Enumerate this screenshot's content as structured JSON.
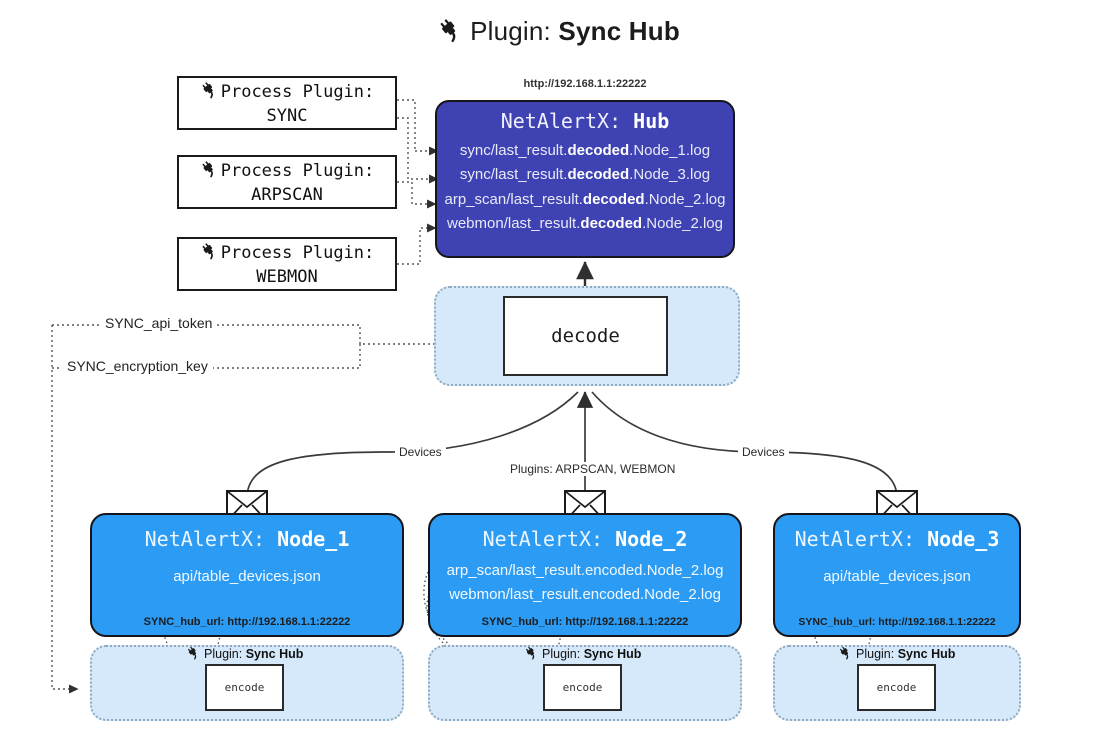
{
  "page": {
    "title_prefix": "Plugin:",
    "title_name": "Sync Hub",
    "title_icon": "plug-icon",
    "bg": "#ffffff"
  },
  "colors": {
    "hub_fill": "#3f42b2",
    "node_fill": "#2b9bf4",
    "band_fill": "#d6e9fa",
    "band_border": "#8fa9bf",
    "box_border": "#1a1a1a",
    "connector": "#3a3a3a"
  },
  "process_plugins": [
    {
      "line1": "Process Plugin:",
      "line2": "SYNC",
      "icon": "plug-icon"
    },
    {
      "line1": "Process Plugin:",
      "line2": "ARPSCAN",
      "icon": "plug-icon"
    },
    {
      "line1": "Process Plugin:",
      "line2": "WEBMON",
      "icon": "plug-icon"
    }
  ],
  "hub": {
    "url": "http://192.168.1.1:22222",
    "title_prefix": "NetAlertX:",
    "title_name": "Hub",
    "lines": [
      {
        "pre": "sync/last_result.",
        "bold": "decoded",
        "post": ".Node_1.log"
      },
      {
        "pre": "sync/last_result.",
        "bold": "decoded",
        "post": ".Node_3.log"
      },
      {
        "pre": "arp_scan/last_result.",
        "bold": "decoded",
        "post": ".Node_2.log"
      },
      {
        "pre": "webmon/last_result.",
        "bold": "decoded",
        "post": ".Node_2.log"
      }
    ]
  },
  "decode": {
    "label": "decode"
  },
  "credentials": [
    {
      "label": "SYNC_api_token"
    },
    {
      "label": "SYNC_encryption_key"
    }
  ],
  "edge_labels": {
    "left_devices": "Devices",
    "center_plugins": "Plugins: ARPSCAN, WEBMON",
    "right_devices": "Devices"
  },
  "nodes": [
    {
      "title_prefix": "NetAlertX:",
      "title_name": "Node_1",
      "lines": [
        "api/table_devices.json"
      ],
      "footer": "SYNC_hub_url: http://192.168.1.1:22222",
      "icon": "envelope-icon"
    },
    {
      "title_prefix": "NetAlertX:",
      "title_name": "Node_2",
      "lines": [
        "arp_scan/last_result.encoded.Node_2.log",
        "webmon/last_result.encoded.Node_2.log"
      ],
      "footer": "SYNC_hub_url: http://192.168.1.1:22222",
      "icon": "envelope-icon"
    },
    {
      "title_prefix": "NetAlertX:",
      "title_name": "Node_3",
      "lines": [
        "api/table_devices.json"
      ],
      "footer": "SYNC_hub_url: http://192.168.1.1:22222",
      "icon": "envelope-icon"
    }
  ],
  "encoders": [
    {
      "tag_prefix": "Plugin:",
      "tag_name": "Sync Hub",
      "label": "encode",
      "icon": "plug-icon"
    },
    {
      "tag_prefix": "Plugin:",
      "tag_name": "Sync Hub",
      "label": "encode",
      "icon": "plug-icon"
    },
    {
      "tag_prefix": "Plugin:",
      "tag_name": "Sync Hub",
      "label": "encode",
      "icon": "plug-icon"
    }
  ]
}
